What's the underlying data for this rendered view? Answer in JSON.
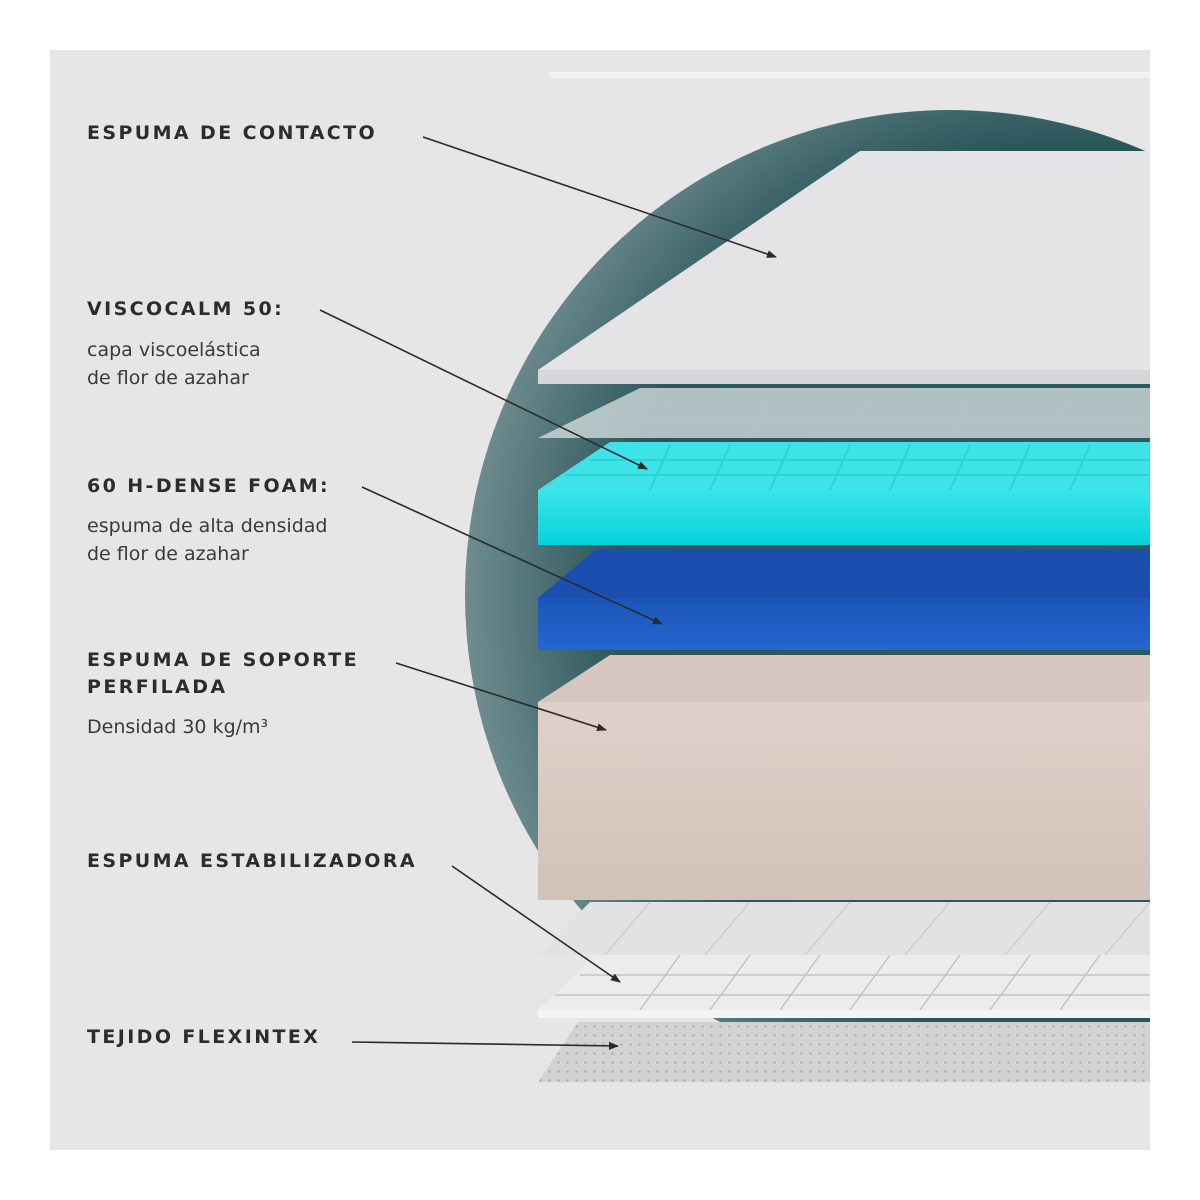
{
  "labels": {
    "espuma_contacto": {
      "title": "ESPUMA DE CONTACTO"
    },
    "viscocalm": {
      "title": "VISCOCALM 50:",
      "desc_lines": [
        "capa viscoelástica",
        "de flor de azahar"
      ]
    },
    "dense_foam": {
      "title": "60 H-DENSE FOAM:",
      "desc_lines": [
        "espuma de alta densidad",
        "de flor de azahar"
      ]
    },
    "soporte": {
      "title_lines": [
        "ESPUMA DE SOPORTE",
        "PERFILADA"
      ],
      "desc": "Densidad 30 kg/m³"
    },
    "estabilizadora": {
      "title": "ESPUMA ESTABILIZADORA"
    },
    "tejido": {
      "title": "TEJIDO FLEXINTEX"
    }
  },
  "colors": {
    "background": "#e6e6e6",
    "circle": "#2e5b60",
    "contact_foam": "#e3e3e5",
    "visco_layer": "#1ad9df",
    "dense_foam_layer": "#1f5fc8",
    "support_foam_layer": "#dac9c2",
    "text": "#2c2c2c",
    "arrows": "#2a2a2a"
  }
}
